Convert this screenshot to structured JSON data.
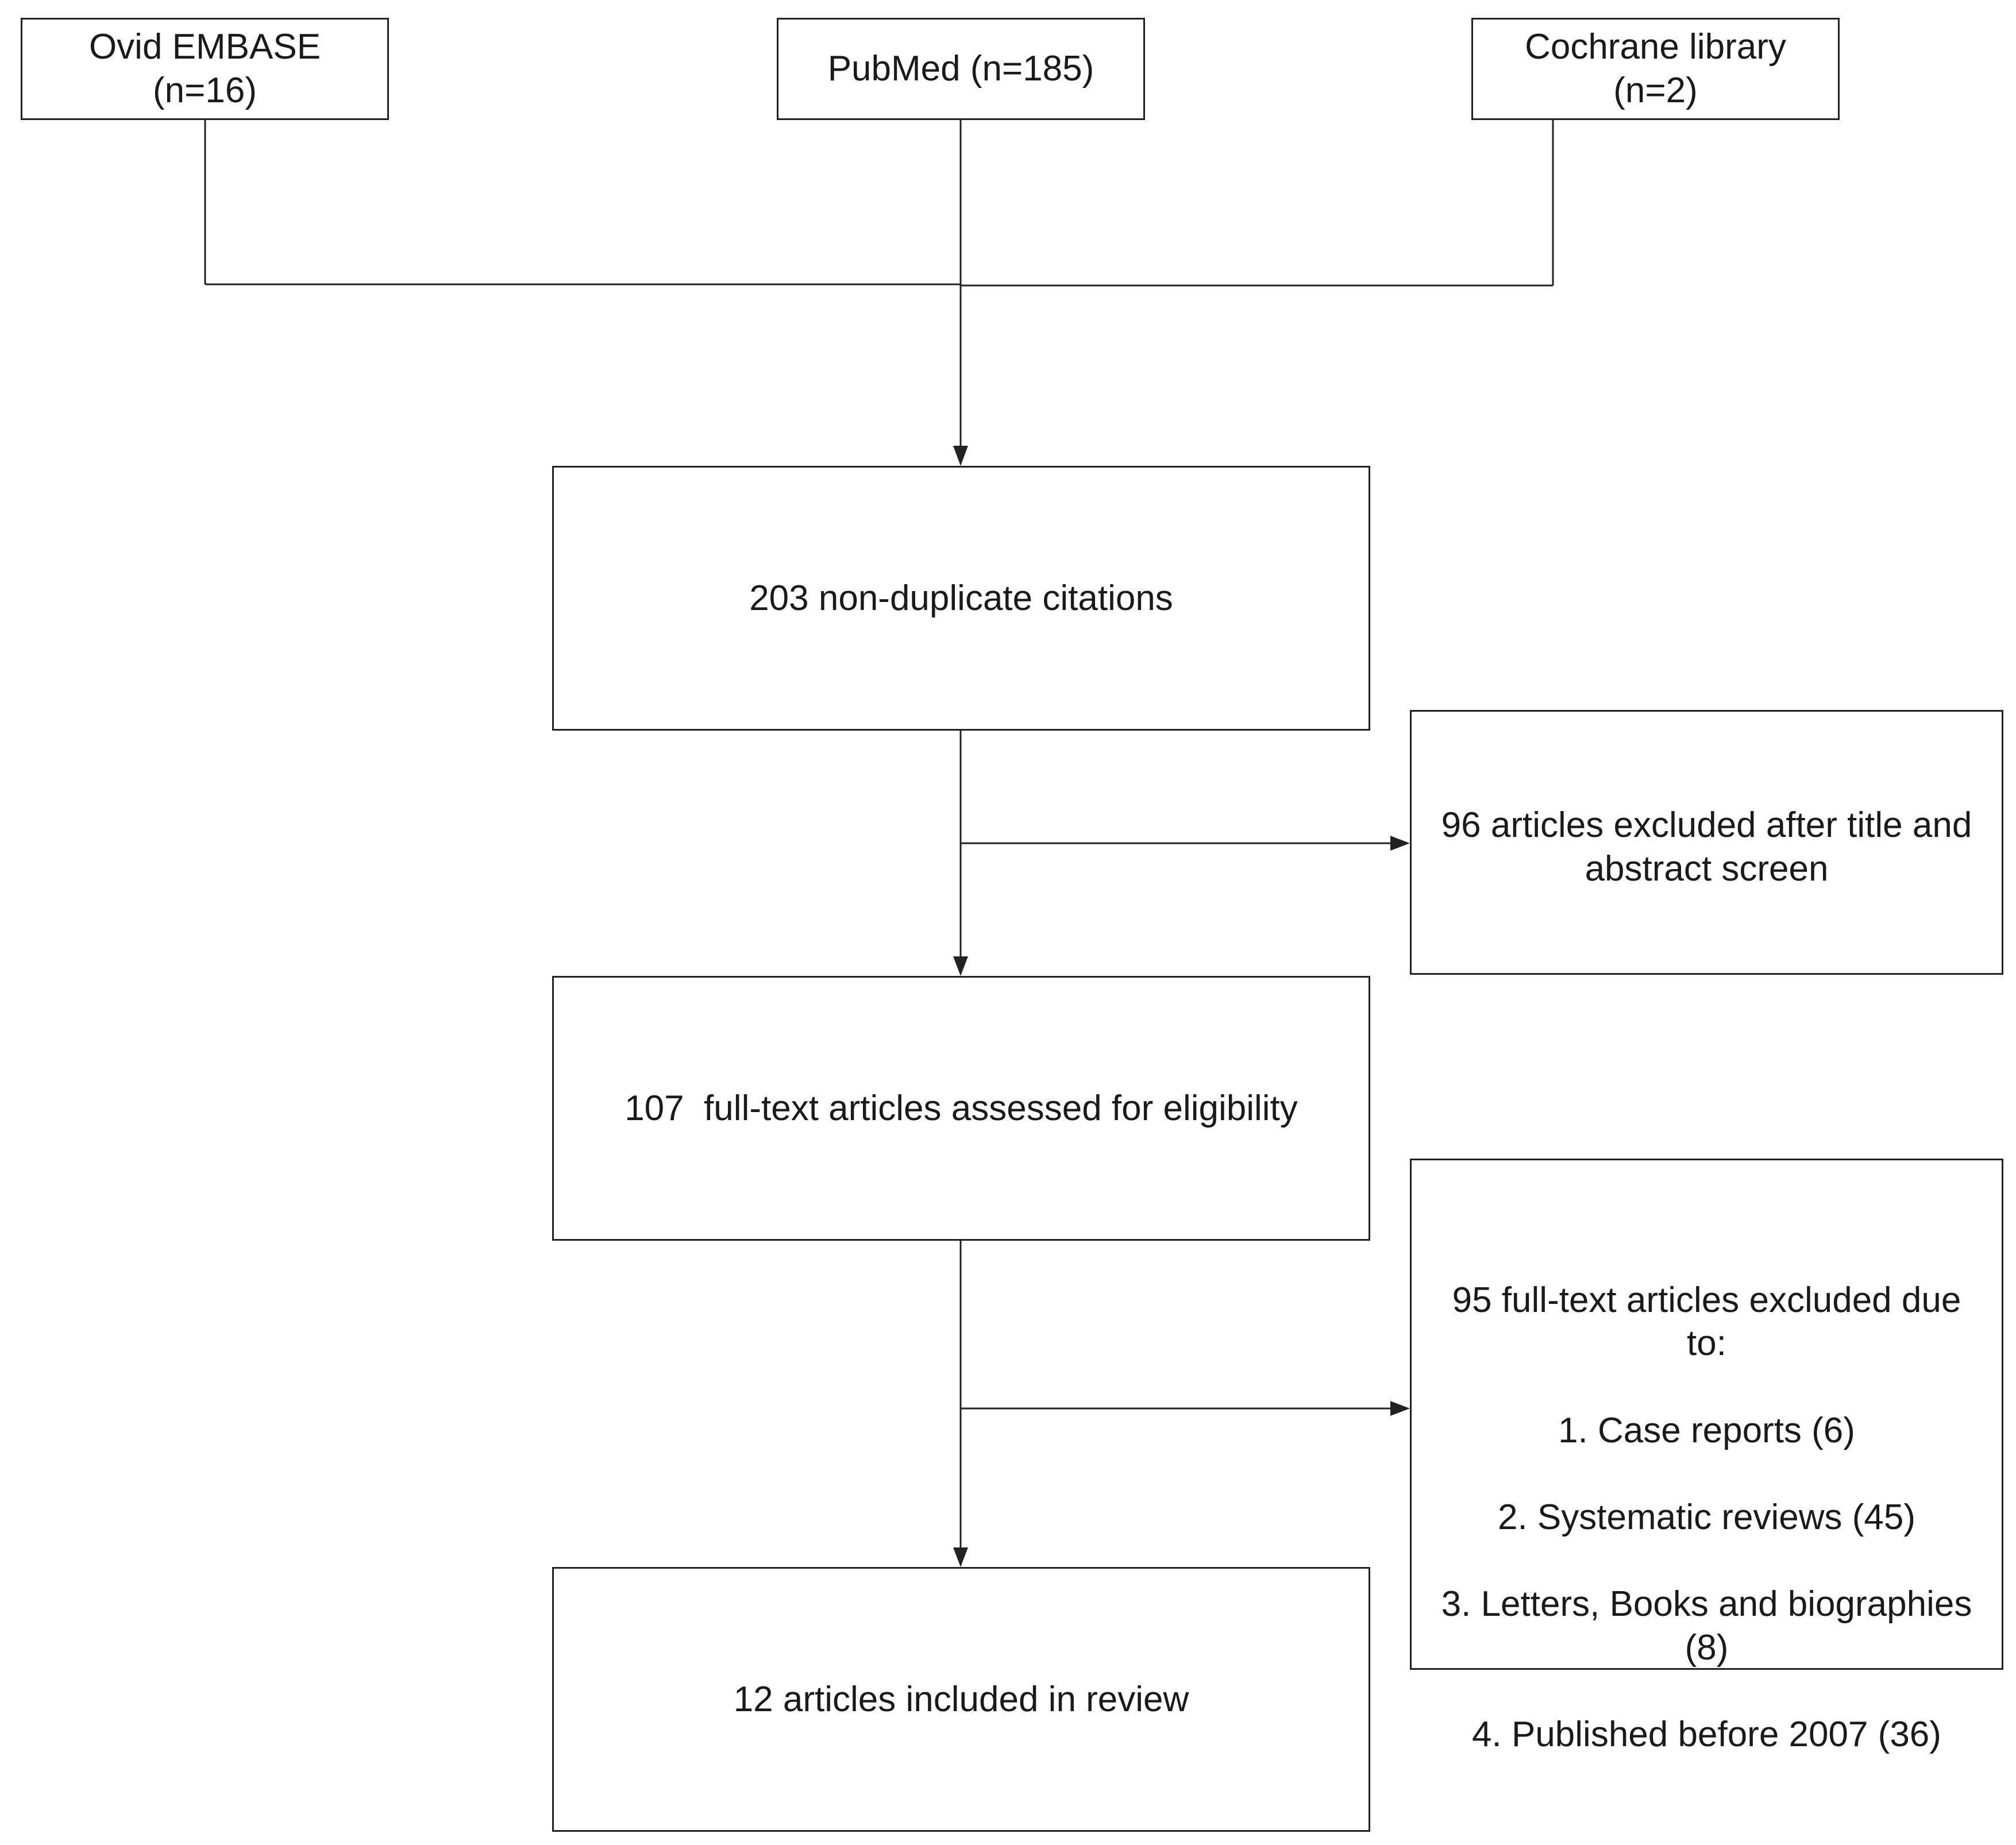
{
  "flow": {
    "sources": {
      "embase": "Ovid EMBASE\n(n=16)",
      "pubmed": "PubMed (n=185)",
      "cochrane": "Cochrane library\n(n=2)"
    },
    "citations": "203 non-duplicate citations",
    "excluded_screen": "96 articles excluded after title and\nabstract screen",
    "fulltext_assessed": "107  full-text articles assessed for eligibility",
    "excluded_fulltext": {
      "heading": "95 full-text articles excluded due\nto:",
      "reasons": [
        "1. Case reports (6)",
        "2. Systematic reviews (45)",
        "3. Letters, Books and biographies\n(8)",
        "4. Published before 2007 (36)"
      ]
    },
    "included": "12 articles included in review"
  },
  "colors": {
    "line": "#222222",
    "box_border": "#222222",
    "text": "#1a1a1a",
    "background": "#ffffff"
  }
}
